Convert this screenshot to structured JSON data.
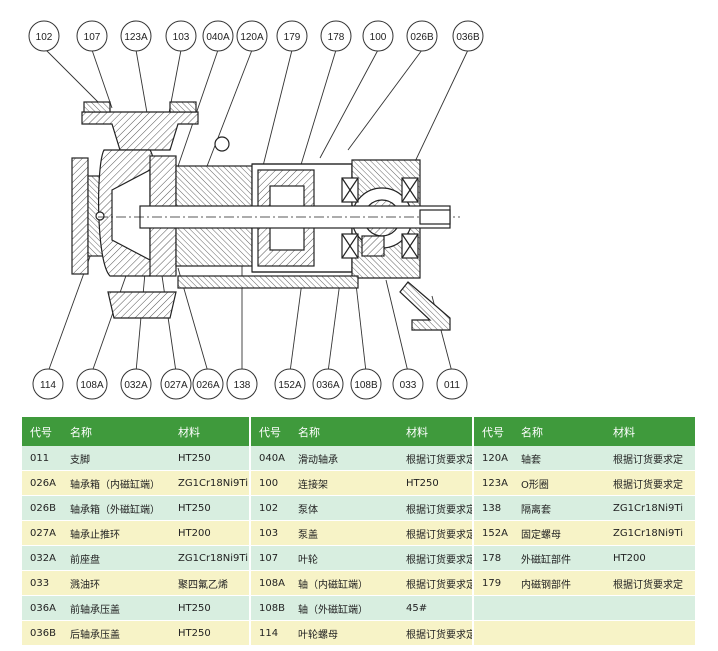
{
  "callouts_top": [
    "102",
    "107",
    "123A",
    "103",
    "040A",
    "120A",
    "179",
    "178",
    "100",
    "026B",
    "036B"
  ],
  "callouts_bottom": [
    "114",
    "108A",
    "032A",
    "027A",
    "026A",
    "138",
    "152A",
    "036A",
    "108B",
    "033",
    "011"
  ],
  "table": {
    "headers": [
      "代号",
      "名称",
      "材料",
      "代号",
      "名称",
      "材料",
      "代号",
      "名称",
      "材料"
    ],
    "rows": [
      [
        "011",
        "支脚",
        "HT250",
        "040A",
        "滑动轴承",
        "根据订货要求定",
        "120A",
        "轴套",
        "根据订货要求定"
      ],
      [
        "026A",
        "轴承箱（内磁缸端）",
        "ZG1Cr18Ni9Ti",
        "100",
        "连接架",
        "HT250",
        "123A",
        "O形圈",
        "根据订货要求定"
      ],
      [
        "026B",
        "轴承箱（外磁缸端）",
        "HT250",
        "102",
        "泵体",
        "根据订货要求定",
        "138",
        "隔离套",
        "ZG1Cr18Ni9Ti"
      ],
      [
        "027A",
        "轴承止推环",
        "HT200",
        "103",
        "泵盖",
        "根据订货要求定",
        "152A",
        "固定螺母",
        "ZG1Cr18Ni9Ti"
      ],
      [
        "032A",
        "前座盘",
        "ZG1Cr18Ni9Ti",
        "107",
        "叶轮",
        "根据订货要求定",
        "178",
        "外磁缸部件",
        "HT200"
      ],
      [
        "033",
        "溅油环",
        "聚四氟乙烯",
        "108A",
        "轴（内磁缸端）",
        "根据订货要求定",
        "179",
        "内磁钢部件",
        "根据订货要求定"
      ],
      [
        "036A",
        "前轴承压盖",
        "HT250",
        "108B",
        "轴（外磁缸端）",
        "45#",
        "",
        "",
        ""
      ],
      [
        "036B",
        "后轴承压盖",
        "HT250",
        "114",
        "叶轮螺母",
        "根据订货要求定",
        "",
        "",
        ""
      ]
    ]
  }
}
